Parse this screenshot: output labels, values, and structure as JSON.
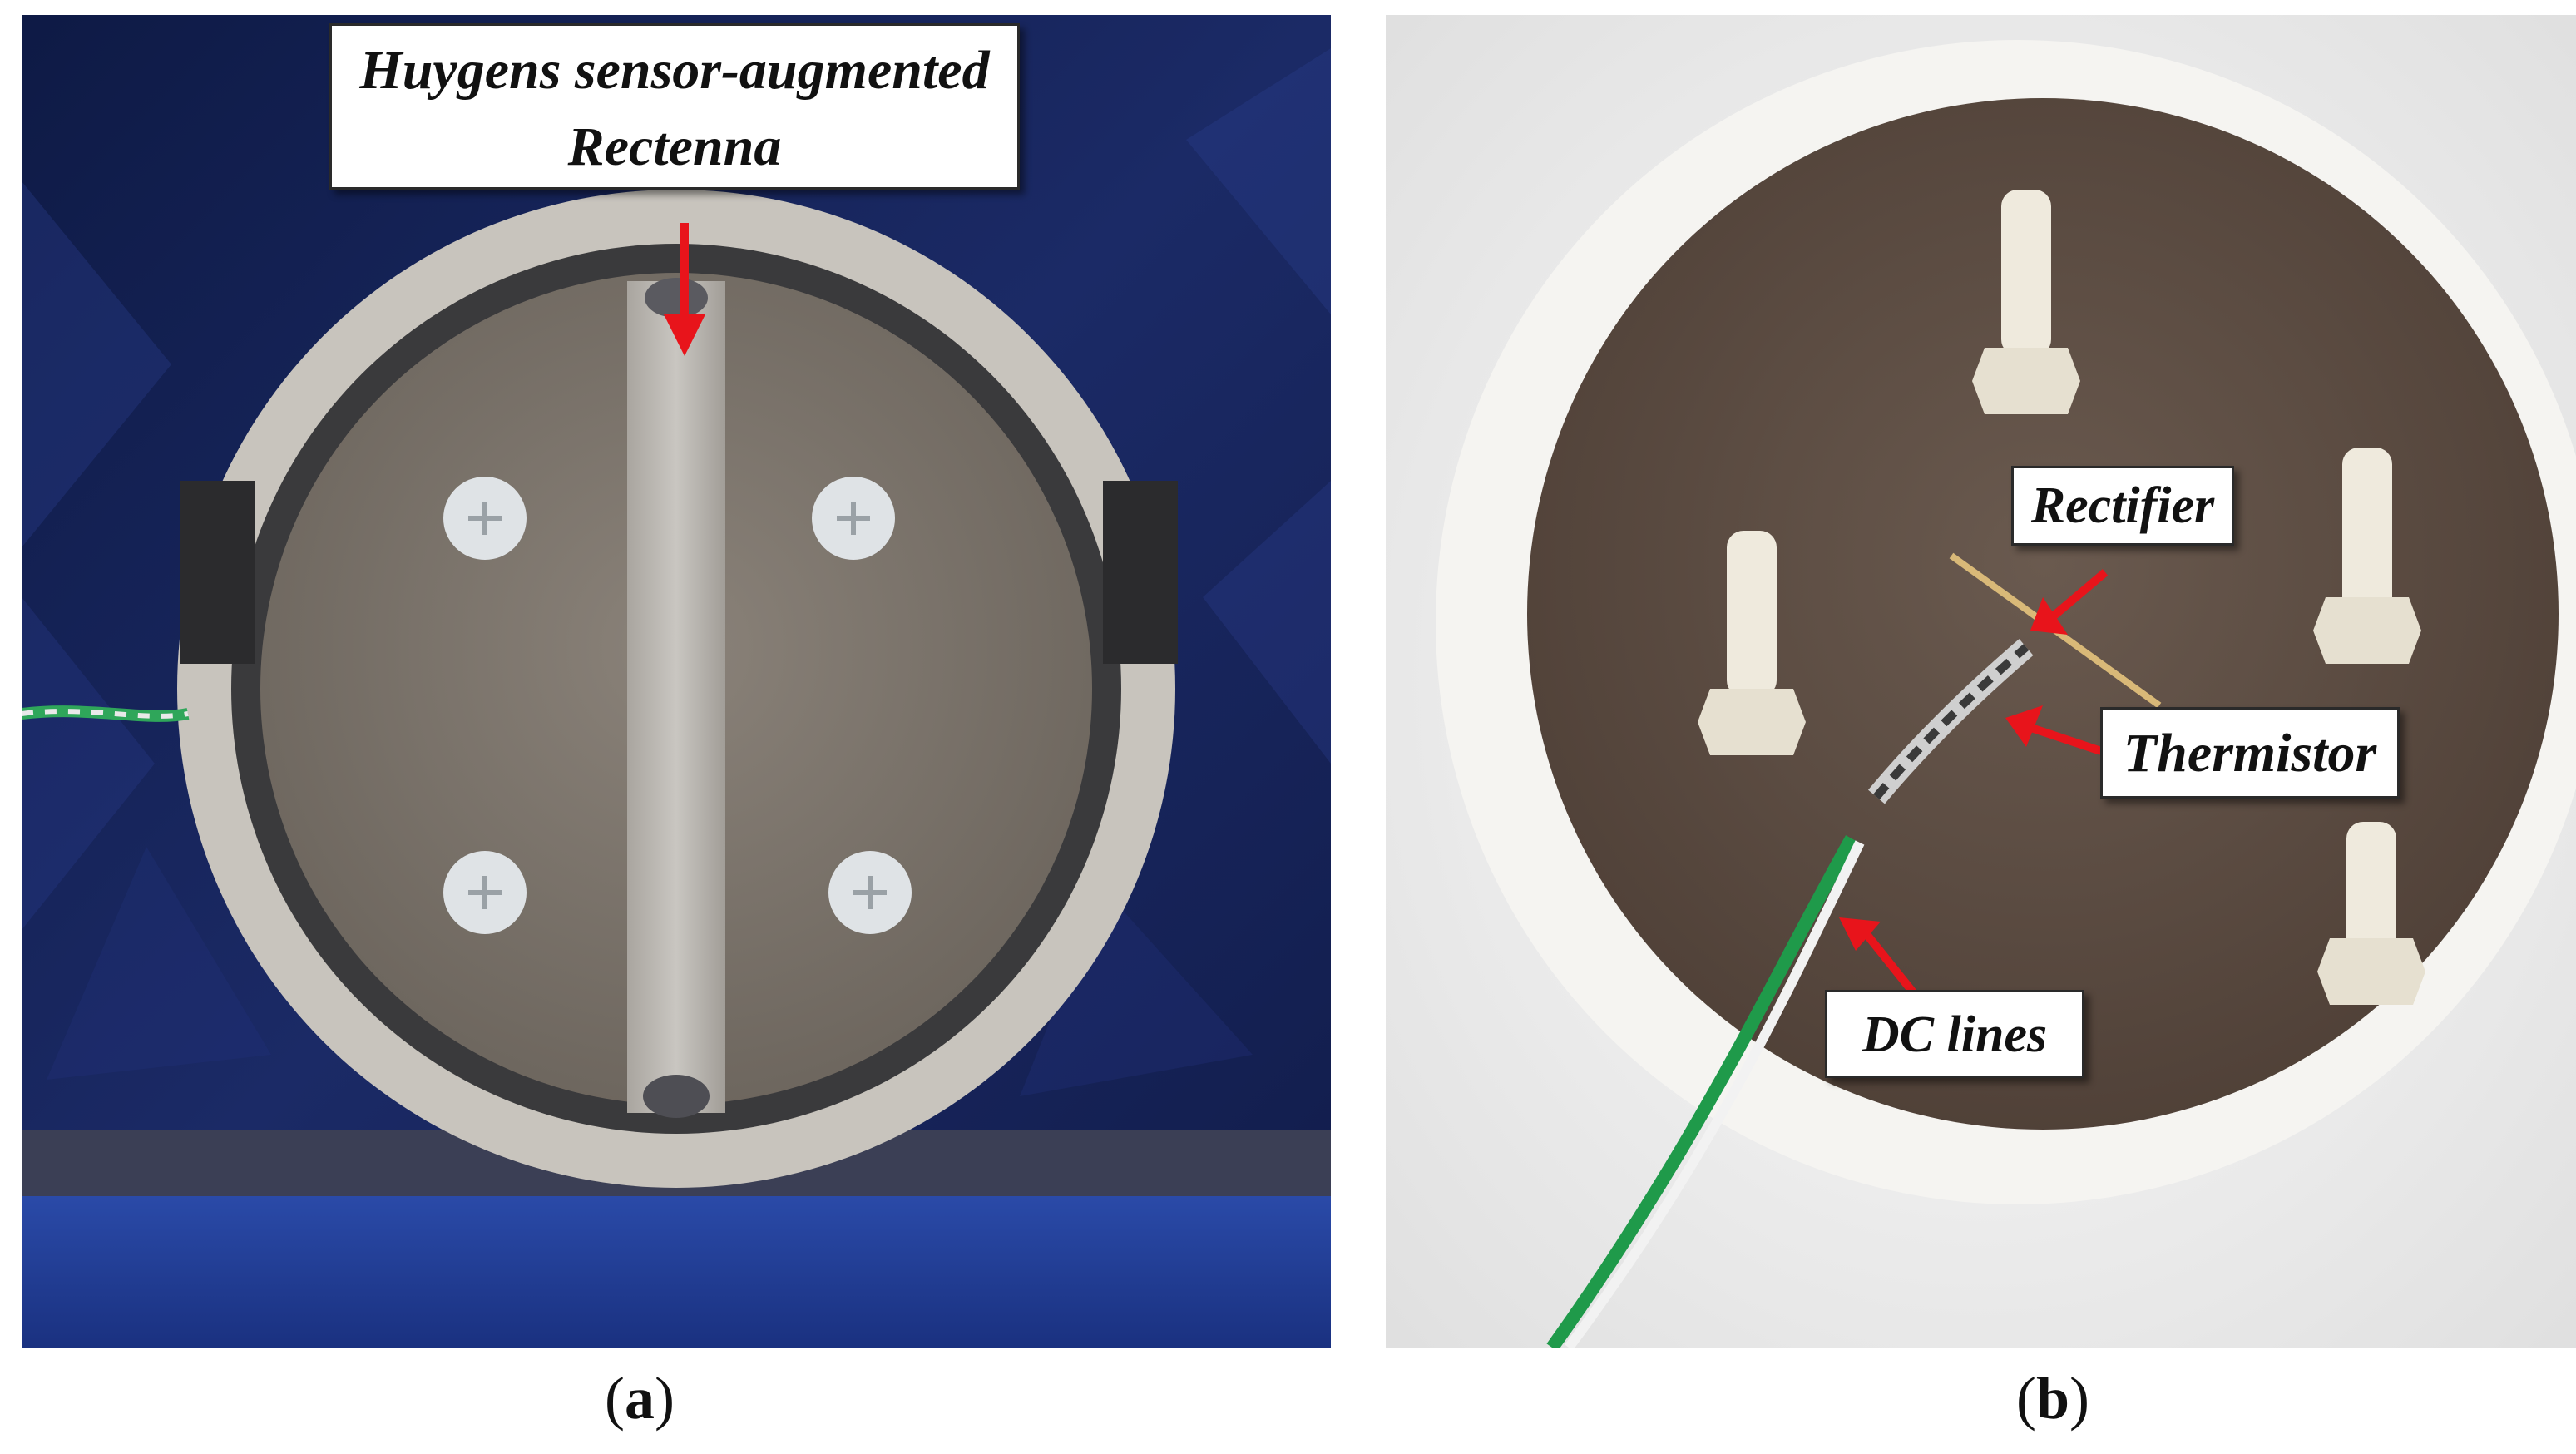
{
  "figure": {
    "panel_a": {
      "label": "a",
      "callout_line1": "Huygens sensor-augmented",
      "callout_line2": "Rectenna",
      "colors": {
        "background": "#14214f",
        "absorber": "#1b2a66",
        "floor": "#1d3a8c",
        "board": "#7a7268",
        "strip": "#b8b4ae",
        "arrow": "#e8141b"
      }
    },
    "panel_b": {
      "label": "b",
      "callout_rectifier": "Rectifier",
      "callout_thermistor": "Thermistor",
      "callout_dc_lines": "DC lines",
      "colors": {
        "background": "#f2f2f2",
        "foam": "#f7f6f4",
        "board": "#5e4e44",
        "standoff": "#efeadd",
        "wire_green": "#1f9a4a",
        "arrow": "#e8141b"
      }
    },
    "caption_open": "(",
    "caption_close": ")"
  }
}
